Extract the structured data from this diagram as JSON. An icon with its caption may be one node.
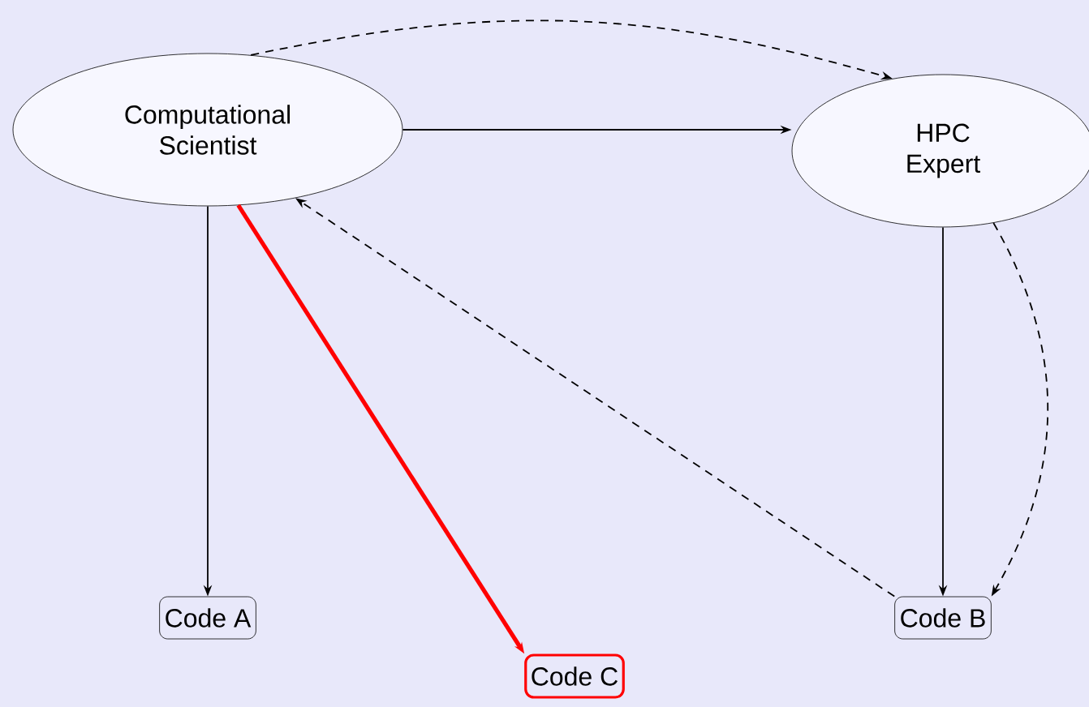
{
  "diagram": {
    "nodes": [
      {
        "text": [
          "Computational Scientist"
        ]
      },
      {
        "text": [
          "HPC Expert"
        ]
      },
      {
        "text": [
          "Code A"
        ]
      },
      {
        "text": [
          "Code C"
        ]
      },
      {
        "text": [
          "Code B"
        ]
      }
    ],
    "edges": [
      {
        "from": 0,
        "to": 1,
        "arrow": "to",
        "style": "dashed"
      },
      {
        "from": 0,
        "to": 1,
        "arrow": "to"
      },
      {
        "from": 0,
        "to": 2,
        "arrow": "to"
      },
      {
        "from": 0,
        "to": 3,
        "arrow": "to",
        "style": "thick",
        "color": "#ff0000"
      },
      {
        "from": 1,
        "to": 4,
        "arrow": "to"
      },
      {
        "from": 1,
        "to": 4,
        "arrow": "to",
        "style": "dashed"
      },
      {
        "from": 4,
        "to": 0,
        "arrow": "to",
        "style": "dashed"
      }
    ]
  }
}
